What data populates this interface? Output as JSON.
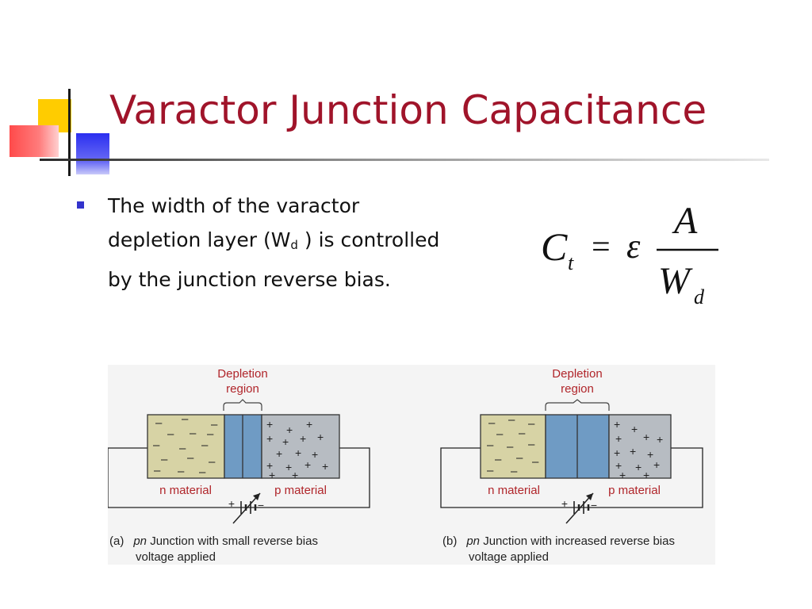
{
  "slide": {
    "title": "Varactor Junction Capacitance",
    "bullet_text": {
      "before_sub": "The width of the varactor depletion layer (W",
      "sub": "d",
      "after_sub": " ) is controlled by the junction reverse bias."
    },
    "formula": {
      "lhs": "C",
      "lhs_sub": "t",
      "equals": "=",
      "epsilon": "ε",
      "numerator": "A",
      "denominator": "W",
      "denominator_sub": "d"
    }
  },
  "figure": {
    "panel_a": {
      "depletion_label_line1": "Depletion",
      "depletion_label_line2": "region",
      "n_label": "n material",
      "p_label": "p material",
      "battery_plus": "+",
      "battery_minus": "−",
      "caption_letter": "(a)",
      "caption_italic": "pn",
      "caption_line1": " Junction with small reverse bias",
      "caption_line2": "voltage applied"
    },
    "panel_b": {
      "depletion_label_line1": "Depletion",
      "depletion_label_line2": "region",
      "n_label": "n material",
      "p_label": "p material",
      "battery_plus": "+",
      "battery_minus": "−",
      "caption_letter": "(b)",
      "caption_italic": "pn",
      "caption_line1": " Junction with increased reverse bias",
      "caption_line2": "voltage applied"
    },
    "charges": {
      "n_symbol": "–",
      "p_symbol": "+"
    },
    "colors": {
      "n_region": "#d7d3a5",
      "depletion": "#6f9bc4",
      "p_region": "#b7bcc2",
      "label_red": "#b0252a",
      "title_red": "#a0142a",
      "bullet_blue": "#3333cc"
    }
  }
}
